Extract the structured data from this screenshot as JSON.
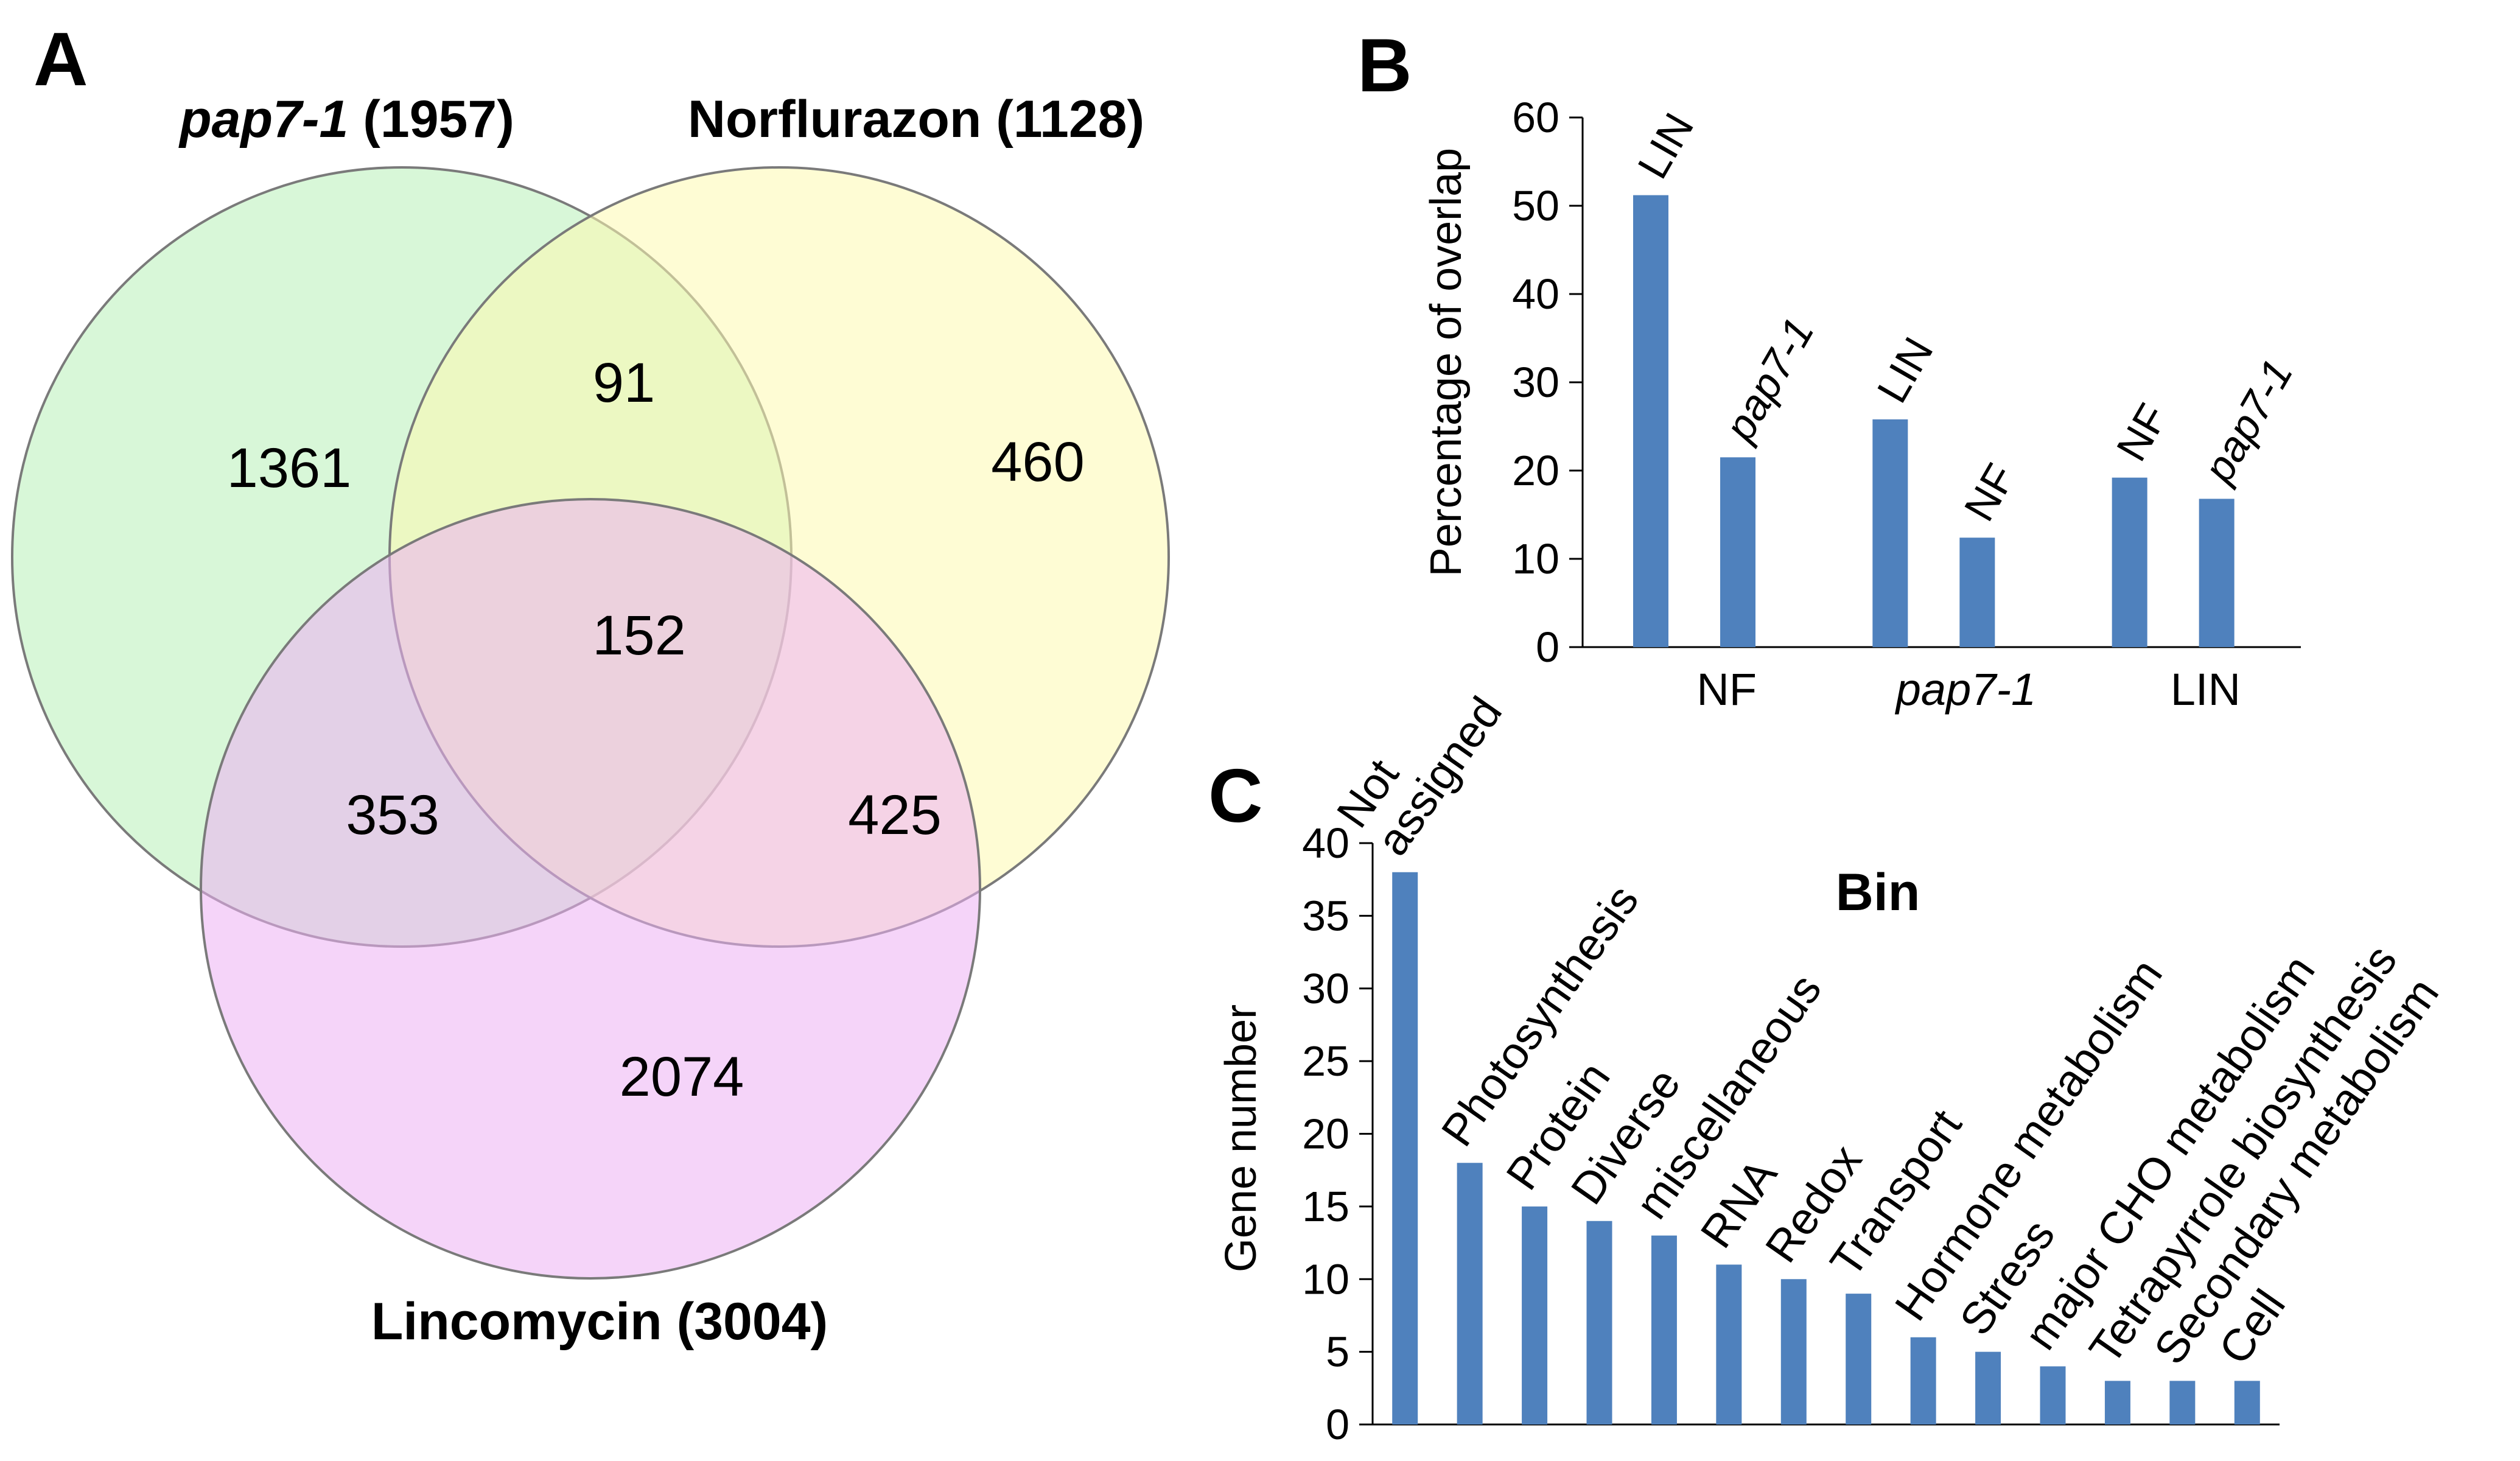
{
  "panels": {
    "a_label": "A",
    "b_label": "B",
    "c_label": "C"
  },
  "colors": {
    "pap7": "#b8f0b8",
    "norflurazon": "#fdfab0",
    "lincomycin": "#ecb0f4",
    "circle_stroke": "#7a7a7a",
    "bar": "#4f81bd",
    "axis": "#000000"
  },
  "chart_data": [
    {
      "type": "venn",
      "sets": [
        {
          "id": "pap7",
          "name_italic": "pap7-1",
          "name_rest": " (1957)",
          "size": 1957
        },
        {
          "id": "norflurazon",
          "name": "Norflurazon (1128)",
          "size": 1128
        },
        {
          "id": "lincomycin",
          "name": "Lincomycin (3004)",
          "size": 3004
        }
      ],
      "regions": [
        {
          "id": "pap7_only",
          "sets": [
            "pap7"
          ],
          "value": 1361
        },
        {
          "id": "norflurazon_only",
          "sets": [
            "norflurazon"
          ],
          "value": 460
        },
        {
          "id": "lincomycin_only",
          "sets": [
            "lincomycin"
          ],
          "value": 2074
        },
        {
          "id": "pap7_norflurazon",
          "sets": [
            "pap7",
            "norflurazon"
          ],
          "value": 91
        },
        {
          "id": "pap7_lincomycin",
          "sets": [
            "pap7",
            "lincomycin"
          ],
          "value": 353
        },
        {
          "id": "norflurazon_lincomycin",
          "sets": [
            "norflurazon",
            "lincomycin"
          ],
          "value": 425
        },
        {
          "id": "all_three",
          "sets": [
            "pap7",
            "norflurazon",
            "lincomycin"
          ],
          "value": 152
        }
      ]
    },
    {
      "type": "bar",
      "ylabel": "Percentage of overlap",
      "ylim": [
        0,
        60
      ],
      "yticks": [
        0,
        10,
        20,
        30,
        40,
        50,
        60
      ],
      "groups": [
        {
          "label": "NF",
          "italic": false,
          "bars": [
            {
              "label": "LIN",
              "italic": false,
              "value": 51.2
            },
            {
              "label": "pap7-1",
              "italic": true,
              "value": 21.5
            }
          ]
        },
        {
          "label": "pap7-1",
          "italic": true,
          "bars": [
            {
              "label": "LIN",
              "italic": false,
              "value": 25.8
            },
            {
              "label": "NF",
              "italic": false,
              "value": 12.4
            }
          ]
        },
        {
          "label": "LIN",
          "italic": false,
          "bars": [
            {
              "label": "NF",
              "italic": false,
              "value": 19.2
            },
            {
              "label": "pap7-1",
              "italic": true,
              "value": 16.8
            }
          ]
        }
      ]
    },
    {
      "type": "bar",
      "title": "Bin",
      "ylabel": "Gene number",
      "ylim": [
        0,
        40
      ],
      "yticks": [
        0,
        5,
        10,
        15,
        20,
        25,
        30,
        35,
        40
      ],
      "categories": [
        [
          "Not",
          "assigned"
        ],
        [
          "Photosynthesis"
        ],
        [
          "Protein"
        ],
        [
          "Diverse"
        ],
        [
          "miscellaneous"
        ],
        [
          "RNA"
        ],
        [
          "Redox"
        ],
        [
          "Transport"
        ],
        [
          "Hormone metabolism"
        ],
        [
          "Stress"
        ],
        [
          "major CHO metabolism"
        ],
        [
          "Tetrapyrrole biosynthesis"
        ],
        [
          "Secondary metabolism"
        ],
        [
          "Cell"
        ]
      ],
      "values": [
        38,
        18,
        15,
        14,
        13,
        11,
        10,
        9,
        6,
        5,
        4,
        3,
        3,
        3
      ]
    }
  ]
}
